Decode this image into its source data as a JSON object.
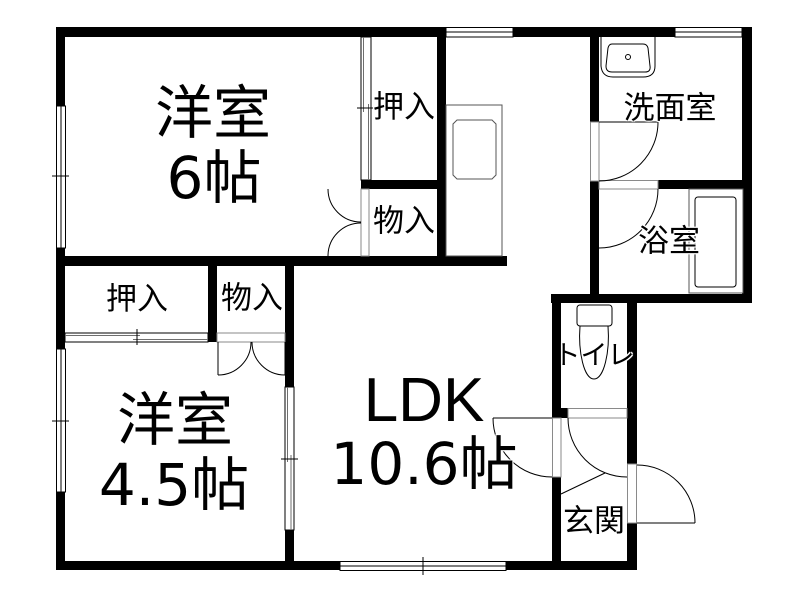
{
  "floor_plan": {
    "colors": {
      "wall": "#000000",
      "background": "#ffffff",
      "fixture_line": "#555555",
      "opening_line": "#8a8a8a"
    },
    "rooms": {
      "western_room_6": {
        "name": "洋室",
        "size": "6帖"
      },
      "closet_upper": {
        "label": "押入"
      },
      "storage_upper": {
        "label": "物入"
      },
      "closet_lower": {
        "label": "押入"
      },
      "storage_lower": {
        "label": "物入"
      },
      "western_room_4_5": {
        "name": "洋室",
        "size": "4.5帖"
      },
      "ldk": {
        "name": "LDK",
        "size": "10.6帖"
      },
      "washroom": {
        "label": "洗面室"
      },
      "bathroom": {
        "label": "浴室"
      },
      "toilet": {
        "label": "トイレ"
      },
      "entrance": {
        "label": "玄関"
      }
    },
    "fixtures": {
      "kitchen": "kitchen-counter-sink-icon",
      "washroom": "wash-basin-icon",
      "bathroom": "bathtub-icon",
      "toilet": "toilet-icon"
    }
  }
}
